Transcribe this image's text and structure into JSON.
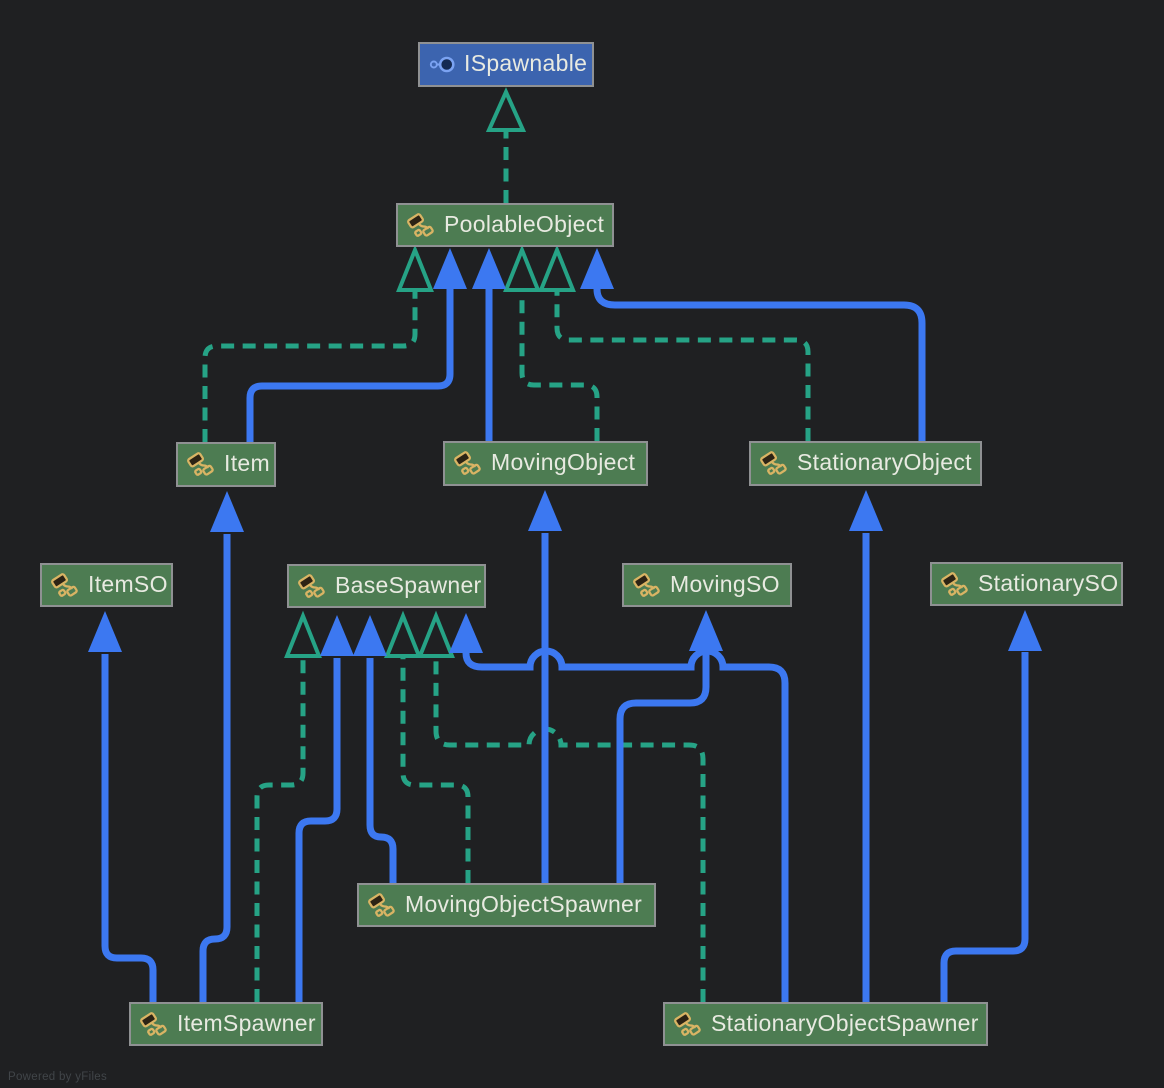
{
  "diagram": {
    "powered_by": "Powered by yFiles",
    "colors": {
      "background": "#1f2022",
      "class_node_fill": "#4d7c52",
      "interface_node_fill": "#3c64af",
      "node_border": "#8f9193",
      "node_text": "#e8eae1",
      "edge_blue": "#3c78f1",
      "edge_teal": "#26a386",
      "icon_class_accent": "#d9b464",
      "icon_interface_accent": "#7ba3f2"
    },
    "icons": {
      "class": "script-class-icon",
      "interface": "interface-lollipop-icon"
    },
    "nodes": [
      {
        "id": "ispawnable",
        "label": "ISpawnable",
        "kind": "interface"
      },
      {
        "id": "poolableobject",
        "label": "PoolableObject",
        "kind": "class"
      },
      {
        "id": "item",
        "label": "Item",
        "kind": "class"
      },
      {
        "id": "movingobject",
        "label": "MovingObject",
        "kind": "class"
      },
      {
        "id": "stationaryobject",
        "label": "StationaryObject",
        "kind": "class"
      },
      {
        "id": "itemso",
        "label": "ItemSO",
        "kind": "class"
      },
      {
        "id": "basespawner",
        "label": "BaseSpawner",
        "kind": "class"
      },
      {
        "id": "movingso",
        "label": "MovingSO",
        "kind": "class"
      },
      {
        "id": "stationaryso",
        "label": "StationarySO",
        "kind": "class"
      },
      {
        "id": "movingobjectspawner",
        "label": "MovingObjectSpawner",
        "kind": "class"
      },
      {
        "id": "itemspawner",
        "label": "ItemSpawner",
        "kind": "class"
      },
      {
        "id": "stationaryobjectspawner",
        "label": "StationaryObjectSpawner",
        "kind": "class"
      }
    ],
    "edges": [
      {
        "from": "PoolableObject",
        "to": "ISpawnable",
        "line": "dashed",
        "color": "teal",
        "arrowhead": "hollow"
      },
      {
        "from": "Item",
        "to": "PoolableObject",
        "line": "dashed",
        "color": "teal",
        "arrowhead": "hollow"
      },
      {
        "from": "Item",
        "to": "PoolableObject",
        "line": "solid",
        "color": "blue",
        "arrowhead": "filled"
      },
      {
        "from": "MovingObject",
        "to": "PoolableObject",
        "line": "solid",
        "color": "blue",
        "arrowhead": "filled"
      },
      {
        "from": "MovingObject",
        "to": "PoolableObject",
        "line": "dashed",
        "color": "teal",
        "arrowhead": "hollow"
      },
      {
        "from": "StationaryObject",
        "to": "PoolableObject",
        "line": "dashed",
        "color": "teal",
        "arrowhead": "hollow"
      },
      {
        "from": "StationaryObject",
        "to": "PoolableObject",
        "line": "solid",
        "color": "blue",
        "arrowhead": "filled"
      },
      {
        "from": "ItemSpawner",
        "to": "ItemSO",
        "line": "solid",
        "color": "blue",
        "arrowhead": "filled"
      },
      {
        "from": "ItemSpawner",
        "to": "Item",
        "line": "solid",
        "color": "blue",
        "arrowhead": "filled"
      },
      {
        "from": "ItemSpawner",
        "to": "BaseSpawner",
        "line": "dashed",
        "color": "teal",
        "arrowhead": "hollow"
      },
      {
        "from": "ItemSpawner",
        "to": "BaseSpawner",
        "line": "solid",
        "color": "blue",
        "arrowhead": "filled"
      },
      {
        "from": "MovingObjectSpawner",
        "to": "BaseSpawner",
        "line": "solid",
        "color": "blue",
        "arrowhead": "filled"
      },
      {
        "from": "MovingObjectSpawner",
        "to": "BaseSpawner",
        "line": "dashed",
        "color": "teal",
        "arrowhead": "hollow"
      },
      {
        "from": "MovingObjectSpawner",
        "to": "MovingObject",
        "line": "solid",
        "color": "blue",
        "arrowhead": "filled"
      },
      {
        "from": "MovingObjectSpawner",
        "to": "MovingSO",
        "line": "solid",
        "color": "blue",
        "arrowhead": "filled"
      },
      {
        "from": "StationaryObjectSpawner",
        "to": "BaseSpawner",
        "line": "dashed",
        "color": "teal",
        "arrowhead": "hollow"
      },
      {
        "from": "StationaryObjectSpawner",
        "to": "BaseSpawner",
        "line": "solid",
        "color": "blue",
        "arrowhead": "filled"
      },
      {
        "from": "StationaryObjectSpawner",
        "to": "StationaryObject",
        "line": "solid",
        "color": "blue",
        "arrowhead": "filled"
      },
      {
        "from": "StationaryObjectSpawner",
        "to": "StationarySO",
        "line": "solid",
        "color": "blue",
        "arrowhead": "filled"
      }
    ]
  }
}
